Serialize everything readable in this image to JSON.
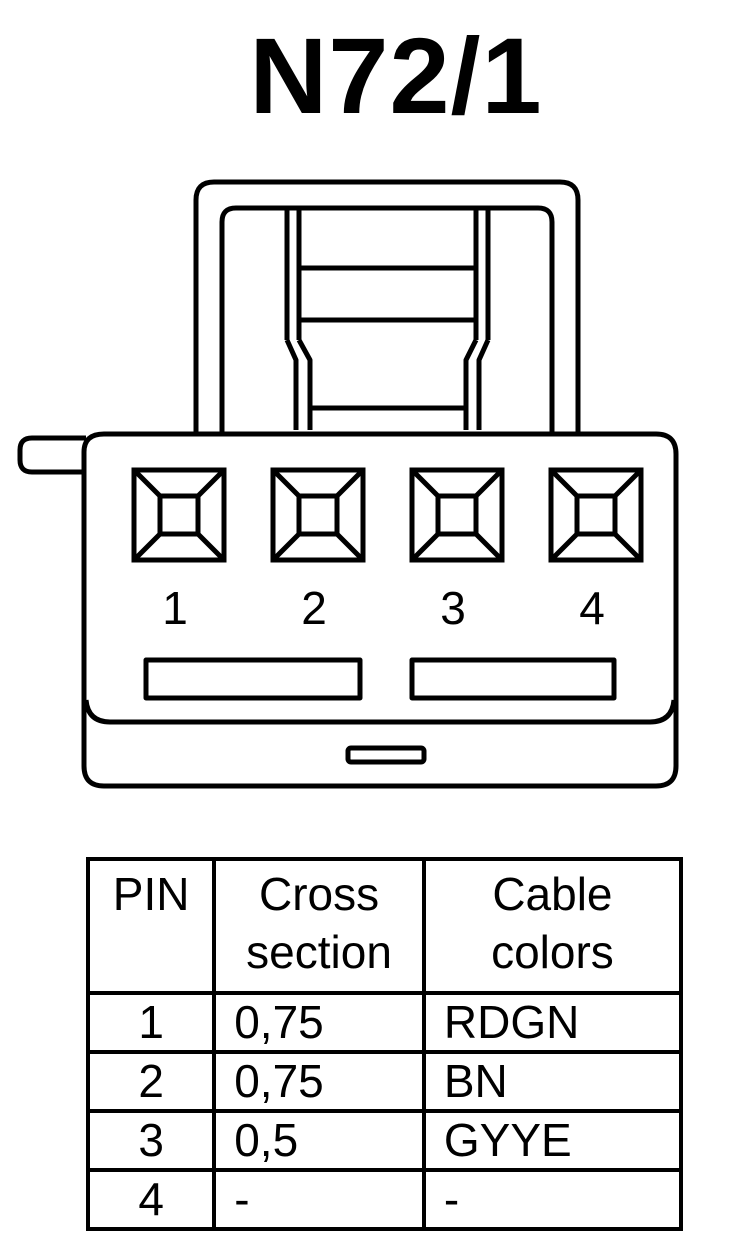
{
  "title": "N72/1",
  "connector": {
    "pins": [
      {
        "label": "1"
      },
      {
        "label": "2"
      },
      {
        "label": "3"
      },
      {
        "label": "4"
      }
    ]
  },
  "table": {
    "headers": {
      "pin": [
        "PIN"
      ],
      "cross_section": [
        "Cross",
        "section"
      ],
      "cable_colors": [
        "Cable",
        "colors"
      ]
    },
    "rows": [
      {
        "pin": "1",
        "cross_section": "0,75",
        "cable_color": "RDGN"
      },
      {
        "pin": "2",
        "cross_section": "0,75",
        "cable_color": "BN"
      },
      {
        "pin": "3",
        "cross_section": "0,5",
        "cable_color": "GYYE"
      },
      {
        "pin": "4",
        "cross_section": "-",
        "cable_color": "-"
      }
    ]
  }
}
